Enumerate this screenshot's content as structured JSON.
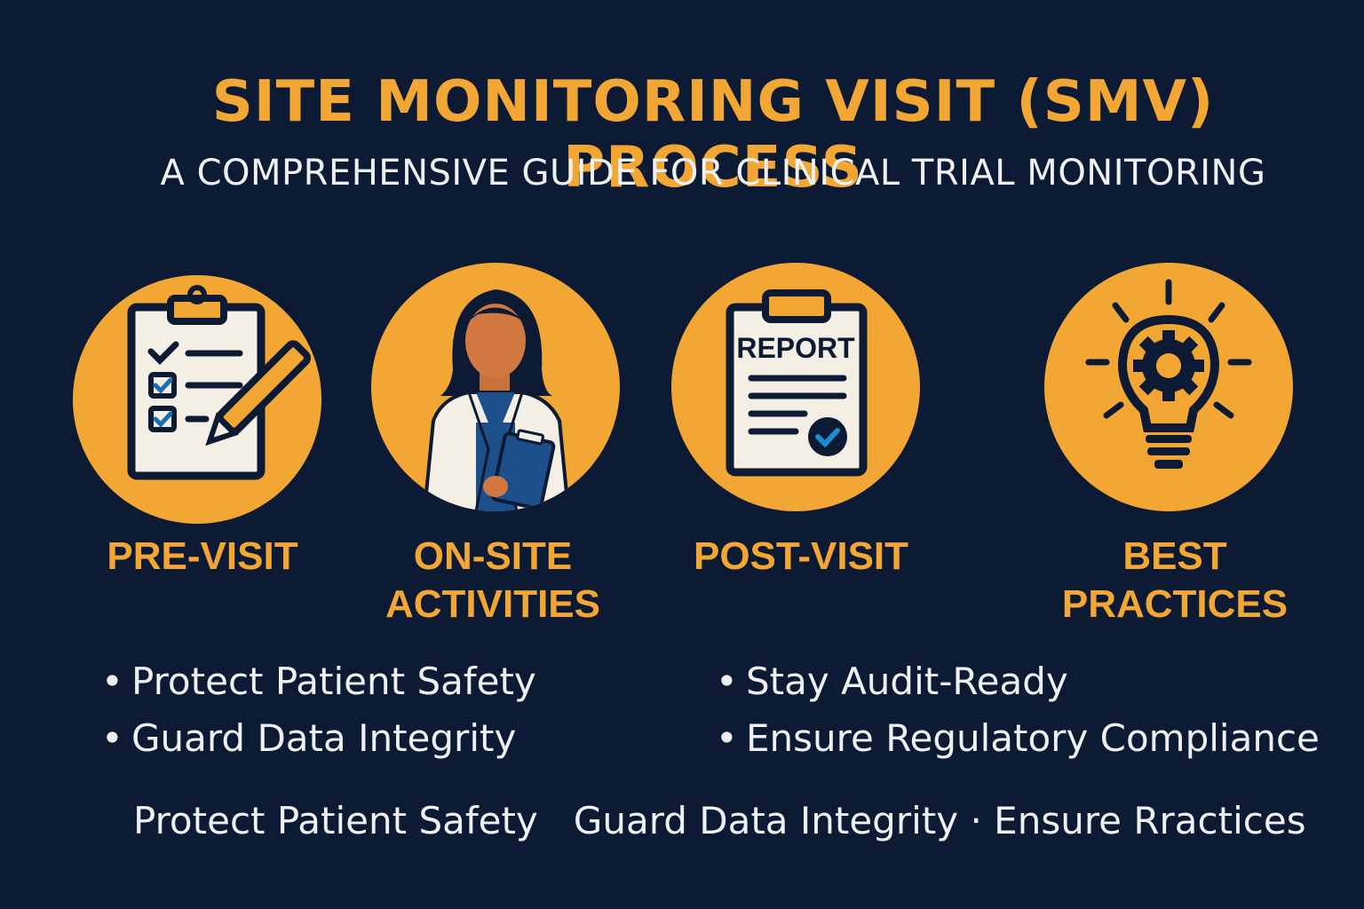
{
  "header": {
    "title": "SITE MONITORING VISIT (SMV) PROCESS",
    "subtitle": "A COMPREHENSIVE GUIDE FOR CLINICAL TRIAL MONITORING"
  },
  "stages": [
    {
      "label": "PRE-VISIT",
      "icon": "clipboard-checklist-icon"
    },
    {
      "label_line1": "ON-SITE",
      "label_line2": "ACTIVITIES",
      "icon": "clinician-icon"
    },
    {
      "label": "POST-VISIT",
      "icon": "report-icon",
      "icon_text": "REPORT"
    },
    {
      "label": "BEST PRACTICES",
      "icon": "lightbulb-gear-icon"
    }
  ],
  "bullets_left": [
    "Protect Patient Safety",
    "Guard Data Integrity"
  ],
  "bullets_right": [
    "Stay Audit-Ready",
    "Ensure Regulatory Compliance"
  ],
  "bullet_glyph": "•",
  "footer": {
    "part1": "Protect Patient Safety",
    "part2": "Guard Data Integrity · Ensure Rractices"
  },
  "colors": {
    "background": "#0d1a33",
    "accent": "#f2a734",
    "text": "#eef0f3",
    "check": "#1a6fb0"
  }
}
